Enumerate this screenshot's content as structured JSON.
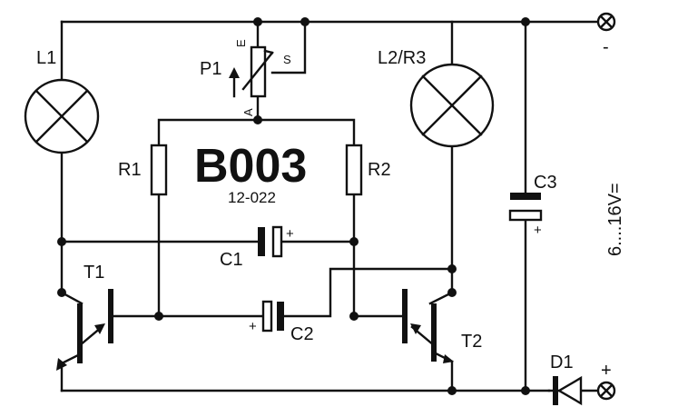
{
  "title": "B003",
  "subtitle": "12-022",
  "labels": {
    "L1": "L1",
    "L2": "L2/R3",
    "P1": "P1",
    "P1_E": "E",
    "P1_S": "S",
    "P1_A": "A",
    "R1": "R1",
    "R2": "R2",
    "C1": "C1",
    "C1_plus": "+",
    "C2": "C2",
    "C2_plus": "+",
    "C3": "C3",
    "C3_plus": "+",
    "T1": "T1",
    "T2": "T2",
    "D1": "D1",
    "voltage": "6....16V=",
    "term_minus": "-",
    "term_plus": "+"
  },
  "colors": {
    "ink": "#111111",
    "background": "#ffffff"
  }
}
